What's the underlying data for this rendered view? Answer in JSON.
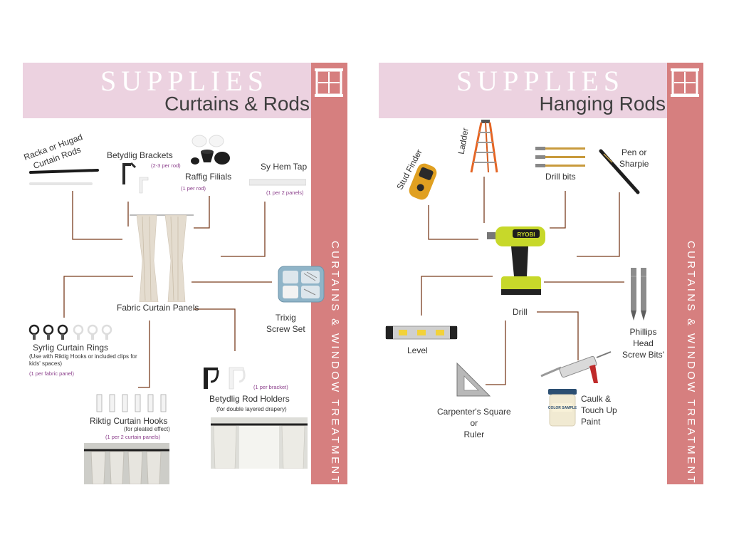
{
  "colors": {
    "header_bg": "#ecd2e0",
    "side_bar": "#d67f7f",
    "line": "#7a3d1f"
  },
  "left": {
    "header_word": "SUPPLIES",
    "header_sub": "Curtains & Rods",
    "side_text": "CURTAINS & WINDOW TREATMENTS",
    "items": {
      "racka_title": "Racka or Hugad",
      "racka_title2": "Curtain Rods",
      "brackets_title": "Betydlig Brackets",
      "brackets_note": "(2-3 per rod)",
      "finials_title": "Raffig Filials",
      "finials_note": "(1 per rod)",
      "hemtape_title": "Sy Hem Tap",
      "hemtape_note": "(1 per 2 panels)",
      "panels_title": "Fabric Curtain Panels",
      "screwset_title": "Trixig",
      "screwset_title2": "Screw Set",
      "rings_title": "Syrlig Curtain Rings",
      "rings_sub": "(Use with Riktig Hooks or included clips for",
      "rings_sub2": "kids' spaces)",
      "rings_note": "(1 per fabric panel)",
      "hooks_title": "Riktig Curtain Hooks",
      "hooks_sub": "(for pleated effect)",
      "hooks_note": "(1 per 2 curtain panels)",
      "holders_note": "(1 per bracket)",
      "holders_title": "Betydlig Rod Holders",
      "holders_sub": "(for double layered drapery)"
    }
  },
  "right": {
    "header_word": "SUPPLIES",
    "header_sub": "Hanging Rods",
    "side_text": "CURTAINS & WINDOW TREATMENTS",
    "items": {
      "stud_title": "Stud Finder",
      "ladder_title": "Ladder",
      "drillbits_title": "Drill bits",
      "pen_title": "Pen or",
      "pen_title2": "Sharpie",
      "drill_title": "Drill",
      "drill_brand": "RYOBI",
      "level_title": "Level",
      "phillips_title": "Phillips",
      "phillips_title2": "Head",
      "phillips_title3": "Screw Bits'",
      "square_title": "Carpenter's Square",
      "square_title2": "or",
      "square_title3": "Ruler",
      "caulk_title": "Caulk &",
      "caulk_title2": "Touch Up",
      "caulk_title3": "Paint",
      "paint_label": "COLOR SAMPLE"
    }
  }
}
